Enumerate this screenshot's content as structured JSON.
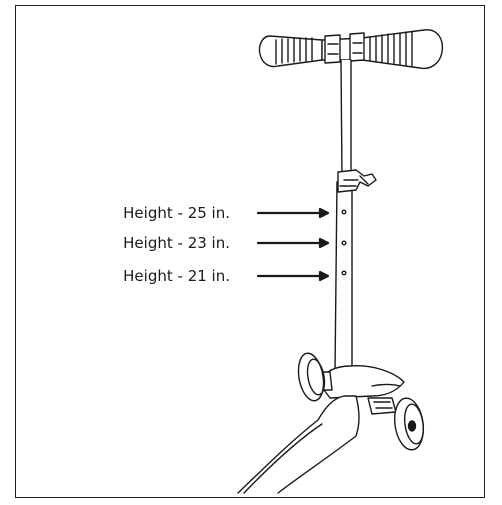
{
  "diagram": {
    "labels": [
      {
        "text": "Height - 25 in."
      },
      {
        "text": "Height - 23 in."
      },
      {
        "text": "Height - 21 in."
      }
    ]
  },
  "colors": {
    "line": "#1a1a1a",
    "background": "#ffffff"
  }
}
